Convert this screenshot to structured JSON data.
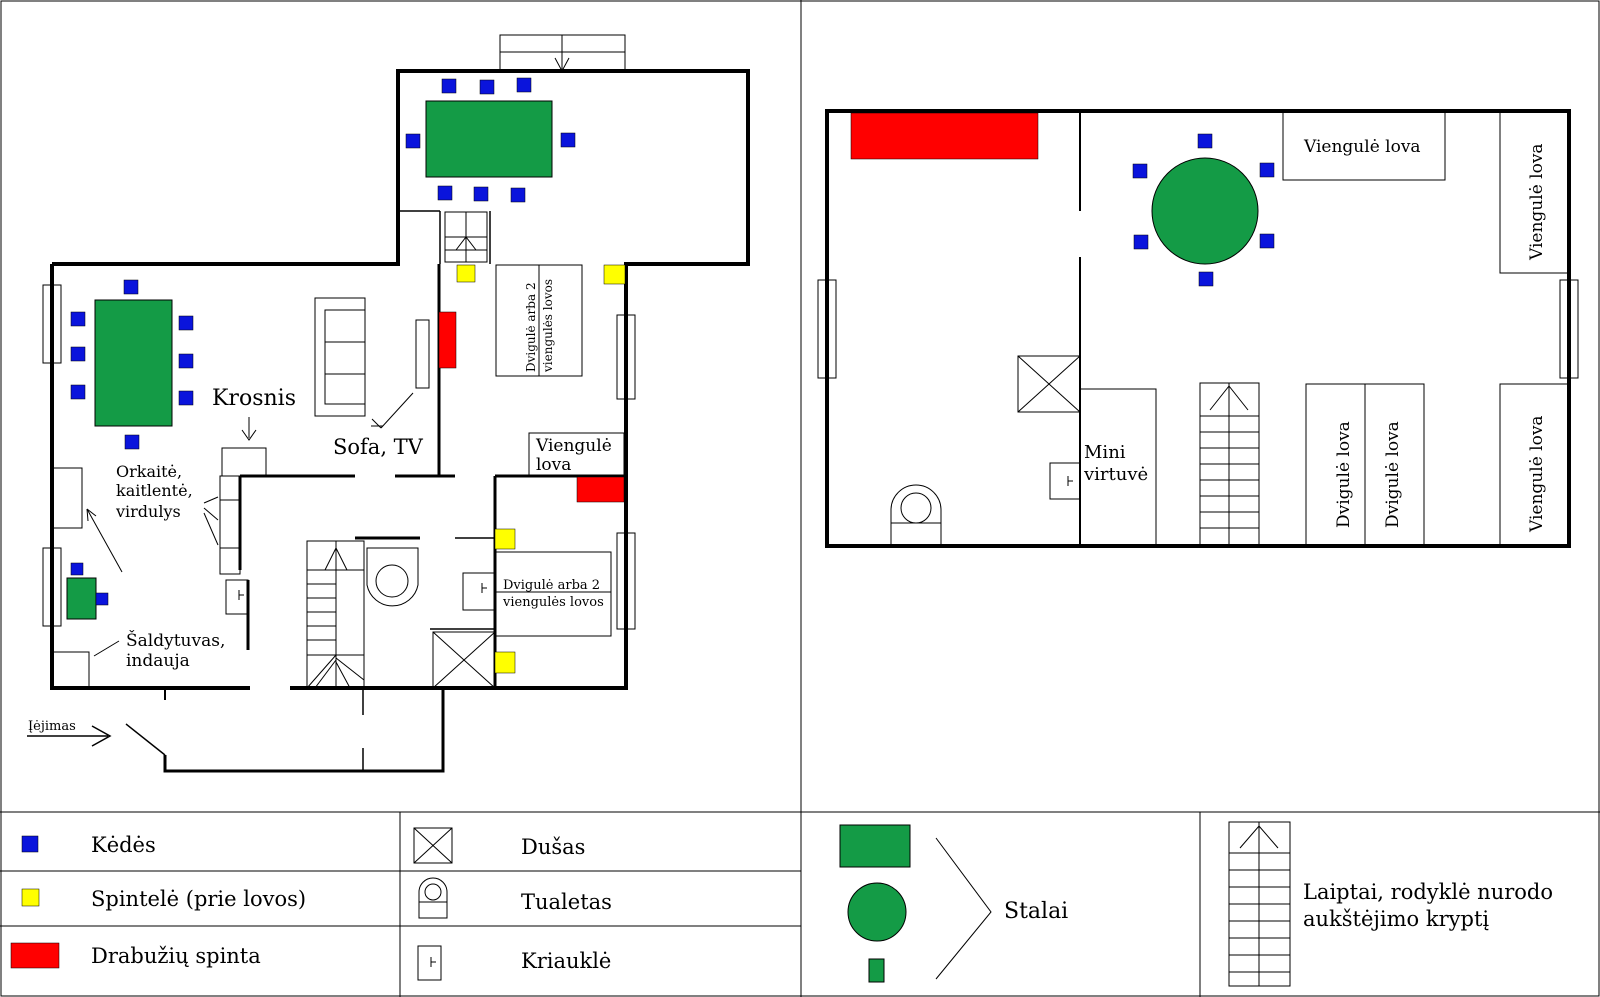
{
  "colors": {
    "chair": "#0a14dc",
    "nightstand": "#ffff00",
    "wardrobe": "#ff0000",
    "table": "#149b46",
    "line": "#000000"
  },
  "ground_floor": {
    "krosnis": "Krosnis",
    "sofa_tv": "Sofa,  TV",
    "orkaite_1": "Orkaitė,",
    "orkaite_2": "kaitlentė,",
    "orkaite_3": "virdulys",
    "saldytuvas_1": "Šaldytuvas,",
    "saldytuvas_2": "indauja",
    "iejimas": "Įėjimas",
    "room1_bed_1": "Dvigulė  arba  2",
    "room1_bed_2": "viengulės  lovos",
    "room2_bed_1": "Viengulė",
    "room2_bed_2": "lova",
    "room3_bed_1": "Dvigulė  arba  2",
    "room3_bed_2": "viengulės  lovos"
  },
  "attic": {
    "single_bed_top": "Viengulė  lova",
    "single_bed_right_top": "Viengulė  lova",
    "single_bed_right_bottom": "Viengulė  lova",
    "double_bed_1": "Dvigulė  lova",
    "double_bed_2": "Dvigulė  lova",
    "mini_kitchen_1": "Mini",
    "mini_kitchen_2": "virtuvė"
  },
  "legend": {
    "chairs": "Kėdės",
    "nightstand": "Spintelė  (prie  lovos)",
    "wardrobe": "Drabužių  spinta",
    "shower": "Dušas",
    "toilet": "Tualetas",
    "sink": "Kriauklė",
    "tables": "Stalai",
    "stairs_1": "Laiptai,  rodyklė  nurodo",
    "stairs_2": "aukštėjimo  kryptį"
  }
}
